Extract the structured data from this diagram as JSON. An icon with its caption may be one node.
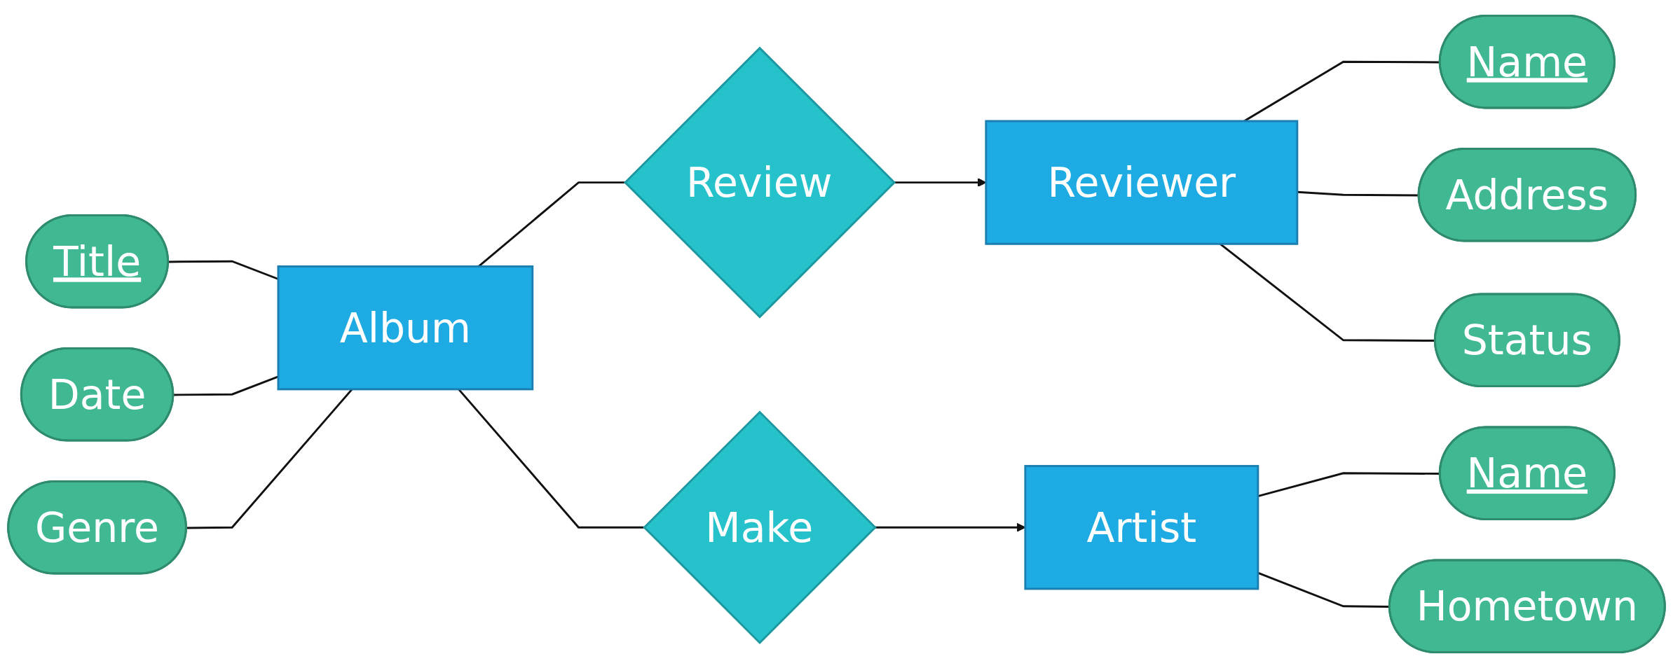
{
  "diagram": {
    "nodes": [
      {
        "text": [
          "Title"
        ]
      },
      {
        "text": [
          "Album"
        ]
      },
      {
        "text": [
          "Review"
        ]
      },
      {
        "text": [
          "Reviewer"
        ]
      },
      {
        "text": [
          "Name"
        ]
      },
      {
        "text": [
          "Date"
        ]
      },
      {
        "text": [
          "Address"
        ]
      },
      {
        "text": [
          "Genre"
        ]
      },
      {
        "text": [
          "Make"
        ]
      },
      {
        "text": [
          "Status"
        ]
      },
      {
        "text": [
          "Name"
        ]
      },
      {
        "text": [
          "Artist"
        ]
      },
      {
        "text": [
          "Hometown"
        ]
      }
    ],
    "edges": [
      {
        "from": 0,
        "to": 1,
        "arrow": "none"
      },
      {
        "from": 5,
        "to": 1,
        "arrow": "none"
      },
      {
        "from": 7,
        "to": 1,
        "arrow": "none"
      },
      {
        "from": 1,
        "to": 2,
        "arrow": "none"
      },
      {
        "from": 2,
        "to": 3,
        "arrow": "to"
      },
      {
        "from": 3,
        "to": 4,
        "arrow": "none"
      },
      {
        "from": 3,
        "to": 6,
        "arrow": "none"
      },
      {
        "from": 3,
        "to": 9,
        "arrow": "none"
      },
      {
        "from": 1,
        "to": 8,
        "arrow": "none"
      },
      {
        "from": 8,
        "to": 11,
        "arrow": "to"
      },
      {
        "from": 11,
        "to": 10,
        "arrow": "none"
      },
      {
        "from": 11,
        "to": 12,
        "arrow": "none"
      }
    ]
  }
}
